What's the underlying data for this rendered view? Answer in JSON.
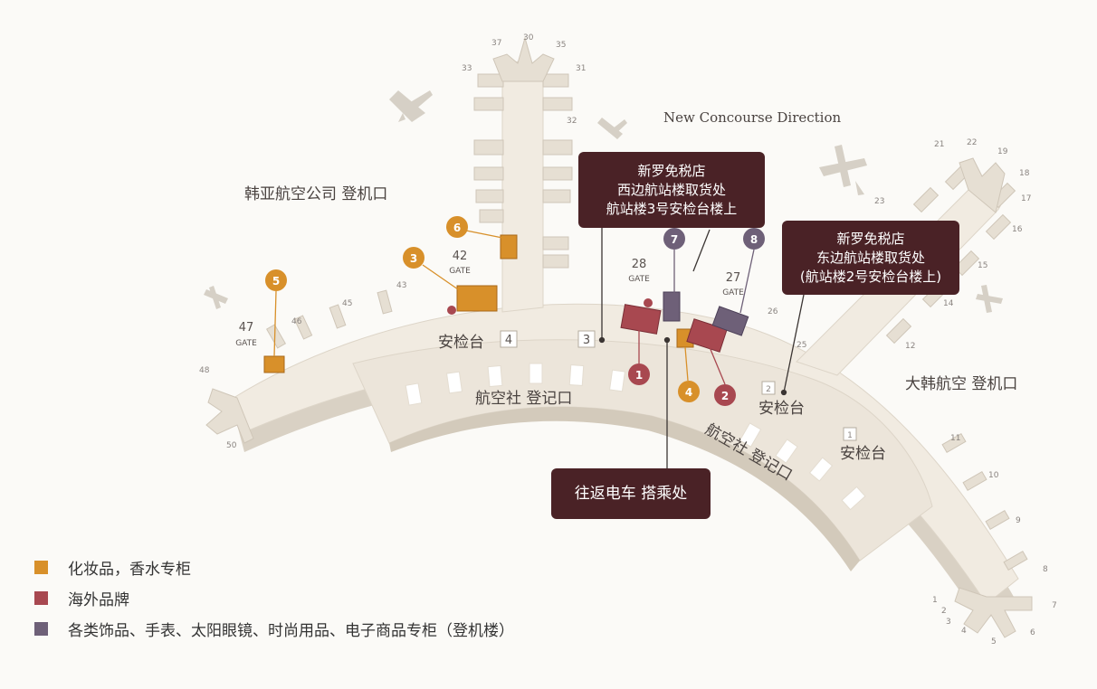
{
  "concourse_direction": "New Concourse Direction",
  "areas": {
    "asiana": "韩亚航空公司 登机口",
    "korean_air": "大韩航空 登机口",
    "airline_checkin_1": "航空社 登记口",
    "airline_checkin_2": "航空社 登记口",
    "security_4": "安检台",
    "security_2": "安检台",
    "security_1": "安检台"
  },
  "security_numbers": [
    "4",
    "3",
    "2",
    "1"
  ],
  "gates": {
    "g42": "42",
    "g28": "28",
    "g27": "27",
    "g47": "47",
    "word": "GATE"
  },
  "small_gate_numbers": {
    "n37": "37",
    "n30": "30",
    "n35": "35",
    "n33": "33",
    "n31": "31",
    "n32": "32",
    "n21": "21",
    "n22": "22",
    "n19": "19",
    "n18": "18",
    "n17": "17",
    "n16": "16",
    "n15": "15",
    "n14": "14",
    "n12": "12",
    "n11": "11",
    "n10": "10",
    "n9": "9",
    "n8": "8",
    "n7": "7",
    "n6": "6",
    "n5": "5",
    "n4": "4",
    "n3": "3",
    "n2": "2",
    "n1": "1",
    "n48": "48",
    "n50": "50",
    "n46": "46",
    "n45": "45",
    "n43": "43",
    "n26": "26",
    "n25": "25",
    "n23": "23"
  },
  "callouts": {
    "west": [
      "新罗免税店",
      "西边航站楼取货处",
      "航站楼3号安检台楼上"
    ],
    "east": [
      "新罗免税店",
      "东边航站楼取货处",
      "(航站楼2号安检台楼上)"
    ],
    "shuttle": "往返电车 搭乘处"
  },
  "markers": [
    "1",
    "2",
    "3",
    "4",
    "5",
    "6",
    "7",
    "8"
  ],
  "legend": [
    {
      "label": "化妆品，香水专柜",
      "color": "#d8902a"
    },
    {
      "label": "海外品牌",
      "color": "#a84850"
    },
    {
      "label": "各类饰品、手表、太阳眼镜、时尚用品、电子商品专柜（登机楼）",
      "color": "#6e6078"
    }
  ],
  "colors": {
    "cosmetics": "#d8902a",
    "overseas": "#a84850",
    "accessories": "#6e6078",
    "callout_bg": "#4a2226",
    "building": "#f1ebe1",
    "building_edge": "#d8d0c3"
  }
}
